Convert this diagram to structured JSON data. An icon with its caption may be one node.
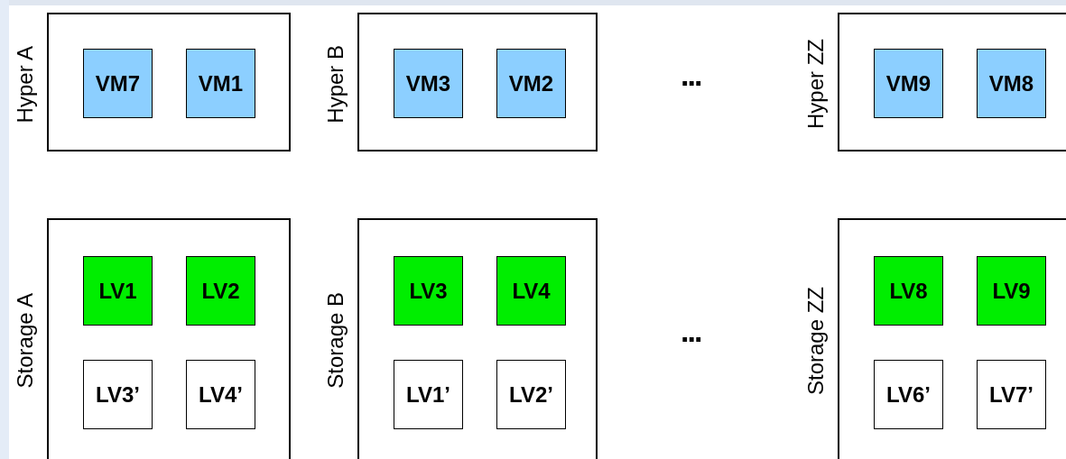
{
  "diagram": {
    "nodes": [
      {
        "text": [
          "Hyper A"
        ]
      },
      {
        "text": [
          "VM7"
        ],
        "in": 0
      },
      {
        "text": [
          "VM1"
        ],
        "in": 0
      },
      {
        "text": [
          "Hyper B"
        ]
      },
      {
        "text": [
          "VM3"
        ],
        "in": 3
      },
      {
        "text": [
          "VM2"
        ],
        "in": 3
      },
      {
        "text": [
          "Hyper ZZ"
        ]
      },
      {
        "text": [
          "VM9"
        ],
        "in": 6
      },
      {
        "text": [
          "VM8"
        ],
        "in": 6
      },
      {
        "text": [
          "Storage A"
        ]
      },
      {
        "text": [
          "LV1"
        ],
        "in": 9
      },
      {
        "text": [
          "LV2"
        ],
        "in": 9
      },
      {
        "text": [
          "LV3’"
        ],
        "in": 9
      },
      {
        "text": [
          "LV4’"
        ],
        "in": 9
      },
      {
        "text": [
          "Storage B"
        ]
      },
      {
        "text": [
          "LV3"
        ],
        "in": 14
      },
      {
        "text": [
          "LV4"
        ],
        "in": 14
      },
      {
        "text": [
          "LV1’"
        ],
        "in": 14
      },
      {
        "text": [
          "LV2’"
        ],
        "in": 14
      },
      {
        "text": [
          "Storage ZZ"
        ]
      },
      {
        "text": [
          "LV8"
        ],
        "in": 19
      },
      {
        "text": [
          "LV9"
        ],
        "in": 19
      },
      {
        "text": [
          "LV6’"
        ],
        "in": 19
      },
      {
        "text": [
          "LV7’"
        ],
        "in": 19
      }
    ],
    "labels": [
      "...",
      "..."
    ]
  }
}
